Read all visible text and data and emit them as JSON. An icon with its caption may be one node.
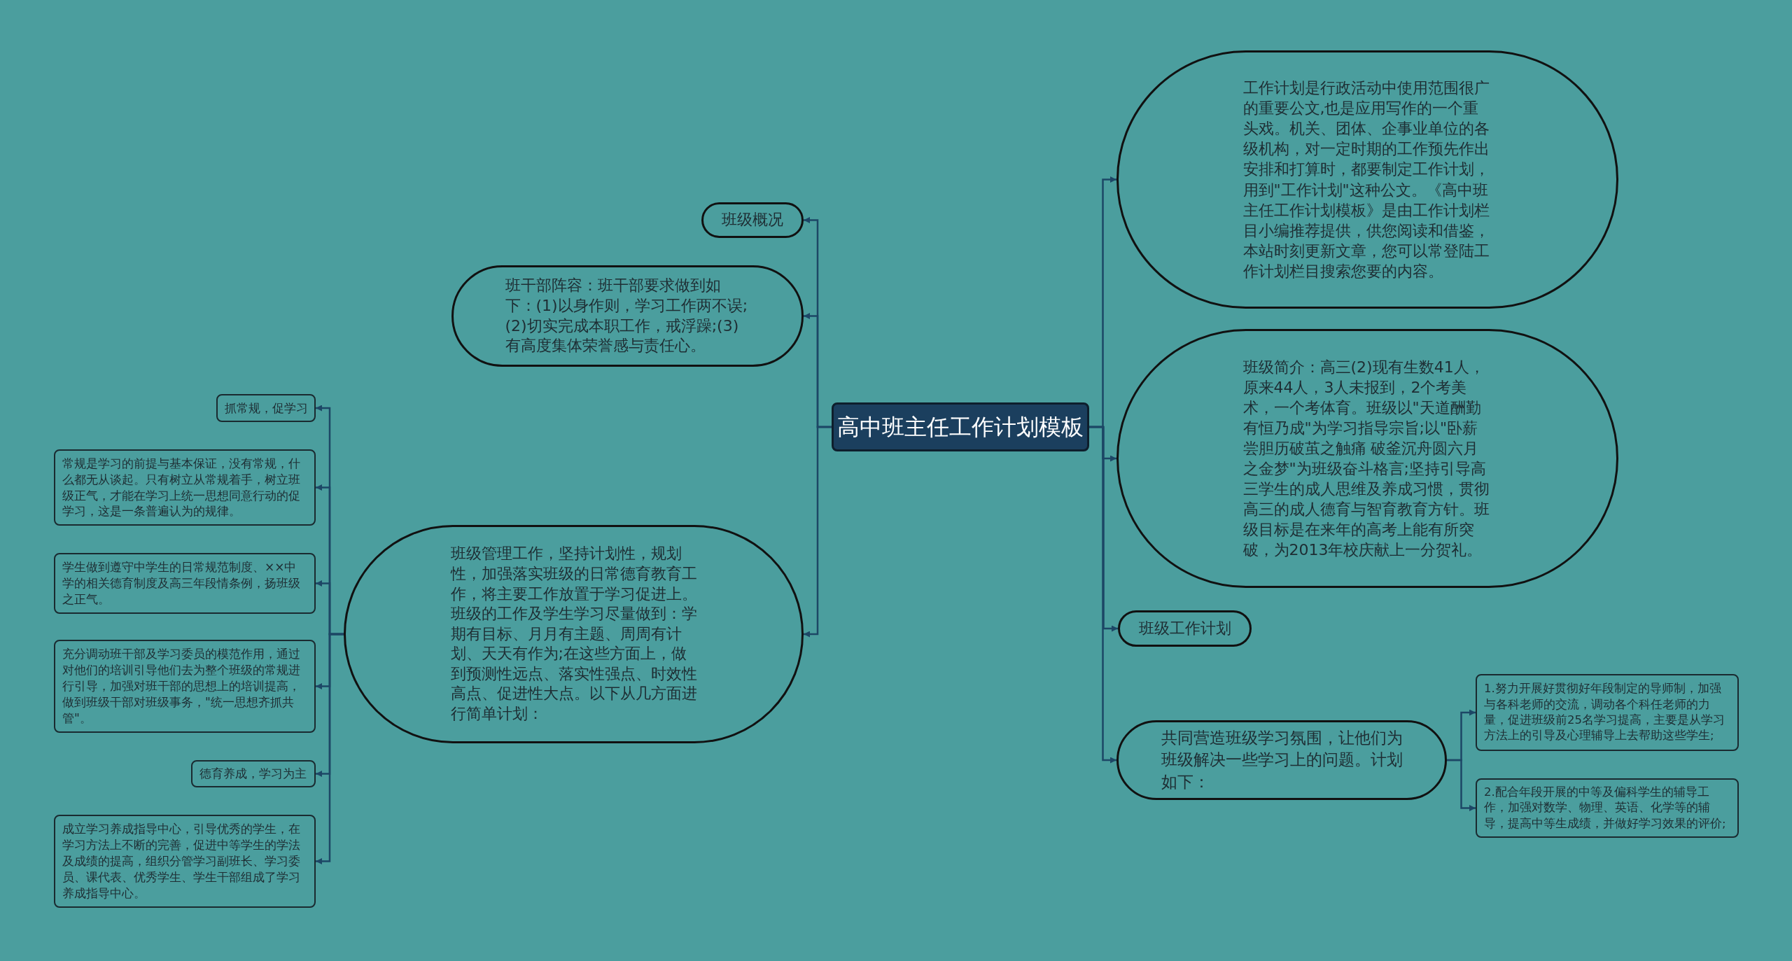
{
  "diagram": {
    "nodes": [
      {
        "text": [
          "高中班主任工作计划模板"
        ]
      },
      {
        "text": [
          "班级概况"
        ]
      },
      {
        "text": [
          "班干部阵容：班干部要求做到如下：(1)以身作则，学习工作两不误;(2)切实完成本职工作，戒浮躁;(3)有高度集体荣誉感与责任心。"
        ]
      },
      {
        "text": [
          "班级管理工作，坚持计划性，规划性，加强落实班级的日常德育教育工作，将主要工作放置于学习促进上。班级的工作及学生学习尽量做到：学期有目标、月月有主题、周周有计划、天天有作为;在这些方面上，做到预测性远点、落实性强点、时效性高点、促进性大点。以下从几方面进行简单计划："
        ]
      },
      {
        "text": [
          "抓常规，促学习"
        ]
      },
      {
        "text": [
          "常规是学习的前提与基本保证，没有常规，什么都无从谈起。只有树立从常规着手，树立班级正气，才能在学习上统一思想同意行动的促学习，这是一条普遍认为的规律。"
        ]
      },
      {
        "text": [
          "学生做到遵守中学生的日常规范制度、××中学的相关德育制度及高三年段情条例，扬班级之正气。"
        ]
      },
      {
        "text": [
          "充分调动班干部及学习委员的模范作用，通过对他们的培训引导他们去为整个班级的常规进行引导，加强对班干部的思想上的培训提高，做到班级干部对班级事务，\"统一思想齐抓共管\"。"
        ]
      },
      {
        "text": [
          "德育养成，学习为主"
        ]
      },
      {
        "text": [
          "成立学习养成指导中心，引导优秀的学生，在学习方法上不断的完善，促进中等学生的学法及成绩的提高，组织分管学习副班长、学习委员、课代表、优秀学生、学生干部组成了学习养成指导中心。"
        ]
      },
      {
        "text": [
          "工作计划是行政活动中使用范围很广的重要公文,也是应用写作的一个重头戏。机关、团体、企事业单位的各级机构，对一定时期的工作预先作出安排和打算时，都要制定工作计划，用到\"工作计划\"这种公文。《高中班主任工作计划模板》是由工作计划栏目小编推荐提供，供您阅读和借鉴，本站时刻更新文章，您可以常登陆工作计划栏目搜索您要的内容。"
        ]
      },
      {
        "text": [
          "班级简介：高三(2)现有生数41人，原来44人，3人未报到，2个考美术，一个考体育。班级以\"天道酬勤有恒乃成\"为学习指导宗旨;以\"卧薪尝胆历破茧之触痛 破釜沉舟圆六月之金梦\"为班级奋斗格言;坚持引导高三学生的成人思维及养成习惯，贯彻高三的成人德育与智育教育方针。班级目标是在来年的高考上能有所突破，为2013年校庆献上一分贺礼。"
        ]
      },
      {
        "text": [
          "班级工作计划"
        ]
      },
      {
        "text": [
          "共同营造班级学习氛围，让他们为班级解决一些学习上的问题。计划如下："
        ]
      },
      {
        "text": [
          "1.努力开展好贯彻好年段制定的导师制，加强与各科老师的交流，调动各个科任老师的力量，促进班级前25名学习提高，主要是从学习方法上的引导及心理辅导上去帮助这些学生;"
        ]
      },
      {
        "text": [
          "2.配合年段开展的中等及偏科学生的辅导工作，加强对数学、物理、英语、化学等的辅导，提高中等生成绩，并做好学习效果的评价;"
        ]
      }
    ],
    "edges": [
      {
        "from": 0,
        "to": 1,
        "arrow": "to"
      },
      {
        "from": 0,
        "to": 2,
        "arrow": "to"
      },
      {
        "from": 0,
        "to": 3,
        "arrow": "to"
      },
      {
        "from": 3,
        "to": 4,
        "arrow": "to"
      },
      {
        "from": 3,
        "to": 5,
        "arrow": "to"
      },
      {
        "from": 3,
        "to": 6,
        "arrow": "to"
      },
      {
        "from": 3,
        "to": 7,
        "arrow": "to"
      },
      {
        "from": 3,
        "to": 8,
        "arrow": "to"
      },
      {
        "from": 3,
        "to": 9,
        "arrow": "to"
      },
      {
        "from": 0,
        "to": 10,
        "arrow": "to"
      },
      {
        "from": 0,
        "to": 11,
        "arrow": "to"
      },
      {
        "from": 0,
        "to": 12,
        "arrow": "to"
      },
      {
        "from": 0,
        "to": 13,
        "arrow": "to"
      },
      {
        "from": 13,
        "to": 14,
        "arrow": "to"
      },
      {
        "from": 13,
        "to": 15,
        "arrow": "to"
      }
    ]
  }
}
